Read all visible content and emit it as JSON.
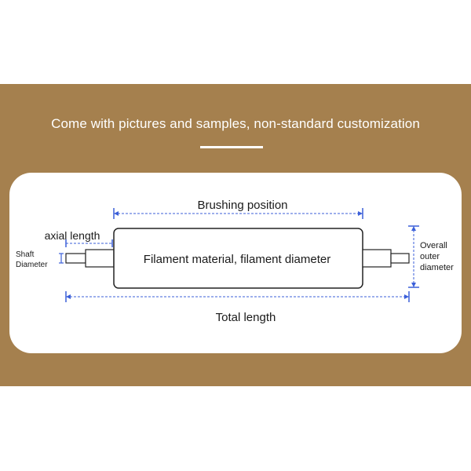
{
  "banner": {
    "headline": "Come with pictures and samples, non-standard customization",
    "background_color": "#a5804e"
  },
  "diagram": {
    "labels": {
      "brushing_position": "Brushing position",
      "axial_length": "axial length",
      "shaft_diameter_line1": "Shaft",
      "shaft_diameter_line2": "Diameter",
      "filament": "Filament material, filament diameter",
      "overall_outer_diameter_line1": "Overall",
      "overall_outer_diameter_line2": "outer",
      "overall_outer_diameter_line3": "diameter",
      "total_length": "Total length"
    },
    "dimension_color": "#3b5fd9",
    "outline_color": "#222222"
  }
}
